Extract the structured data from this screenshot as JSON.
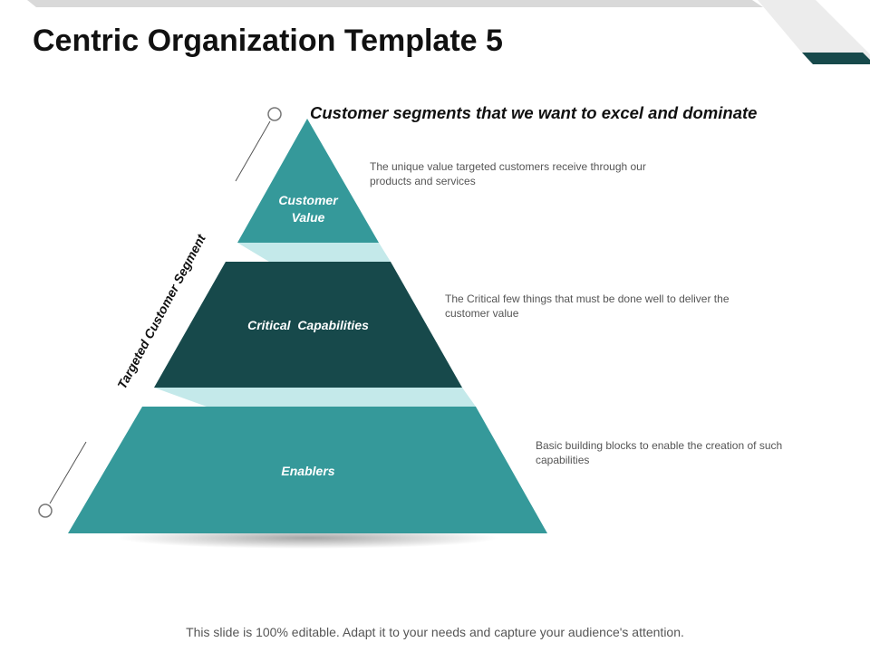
{
  "slide": {
    "title": "Centric Organization Template 5",
    "footer": "This slide is 100% editable. Adapt it to your needs and capture your audience's attention."
  },
  "diagram": {
    "heading": "Customer segments that we want to excel and dominate",
    "side_label": "Targeted Customer Segment",
    "levels": [
      {
        "label_line1": "Customer",
        "label_line2": "Value",
        "description": "The unique value targeted customers receive through our products and services",
        "color": "#35999A"
      },
      {
        "label": "Critical  Capabilities",
        "description": "The Critical few things that must be done well to deliver the customer value",
        "color": "#17494B"
      },
      {
        "label": "Enablers",
        "description": "Basic building blocks to enable the creation of such capabilities",
        "color": "#35999A"
      }
    ],
    "connector_color": "#C4E9EA"
  },
  "theme": {
    "accent_dark": "#17494B",
    "accent_teal": "#35999A",
    "accent_light": "#C4E9EA",
    "header_bar_gray": "#D9D9D9"
  }
}
